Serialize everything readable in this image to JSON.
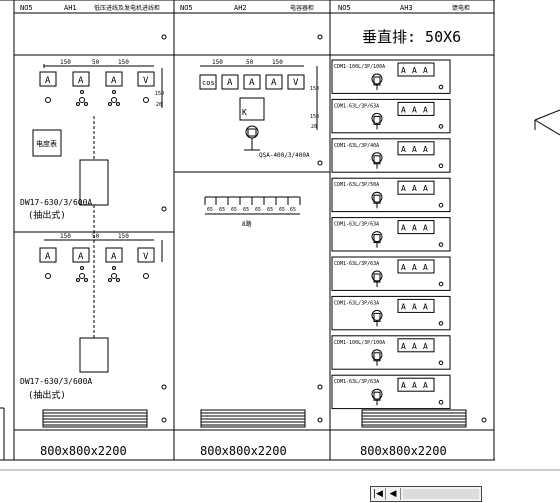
{
  "header": {
    "panels": [
      {
        "no": "NO5",
        "id": "AH1",
        "name": "低压进线及发电机进线柜"
      },
      {
        "no": "NO5",
        "id": "AH2",
        "name": "电容器柜"
      },
      {
        "no": "NO5",
        "id": "AH3",
        "name": "馈电柜"
      }
    ]
  },
  "busbar": "垂直排: 50X6",
  "ah1": {
    "meter_box": "电度表",
    "dims_top": [
      "150",
      "50",
      "150"
    ],
    "dims_bottom": [
      "150",
      "50",
      "150"
    ],
    "dim_side": "150",
    "dim_side2": "20",
    "meters": [
      "A",
      "A",
      "A",
      "V"
    ],
    "breaker_upper": "DW17-630/3/600A",
    "breaker_lower": "DW17-630/3/600A",
    "drawout": "(抽出式)"
  },
  "ah2": {
    "dims": [
      "150",
      "50",
      "150"
    ],
    "dim_side": "150",
    "dim_side2": "150",
    "dim_side3": "20",
    "meters": [
      "cos",
      "A",
      "A",
      "A",
      "V"
    ],
    "k_label": "K",
    "switch_label": "QSA-400/3/400A",
    "cap_label": "8路",
    "caps": [
      "65",
      "65",
      "65",
      "65",
      "65",
      "65",
      "65",
      "65"
    ]
  },
  "ah3": {
    "feeders": [
      "CDM1-100L/3P/100A",
      "CDM1-63L/3P/63A",
      "CDM1-63L/3P/40A",
      "CDM1-63L/3P/50A",
      "CDM1-63L/3P/63A",
      "CDM1-63L/3P/63A",
      "CDM1-63L/3P/63A",
      "CDM1-100L/3P/100A",
      "CDM1-63L/3P/63A"
    ],
    "meter_glyph": "A"
  },
  "footer": {
    "dims": [
      "800x800x2200",
      "800x800x2200",
      "800x800x2200"
    ]
  }
}
